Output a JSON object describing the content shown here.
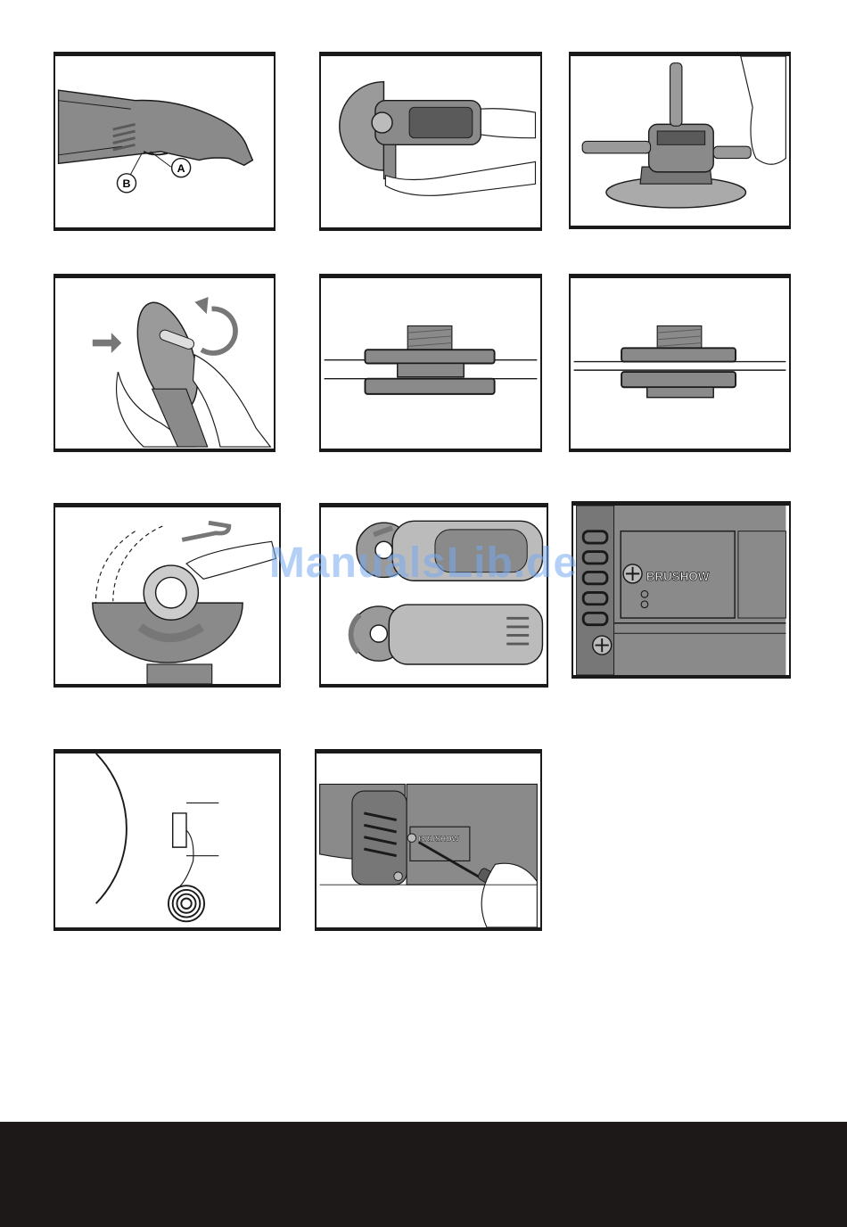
{
  "figure_labels": {
    "label_a": "A",
    "label_b": "B"
  },
  "brush_cover_text": "BRUSHOW",
  "watermark": "ManualsLib.de",
  "colors": {
    "line": "#1a1a1a",
    "tool_grey": "#8a8a8a",
    "tool_dark": "#5a5a5a",
    "arrow_grey": "#777777",
    "footer": "#1c1918",
    "watermark": "#78aaf0"
  }
}
